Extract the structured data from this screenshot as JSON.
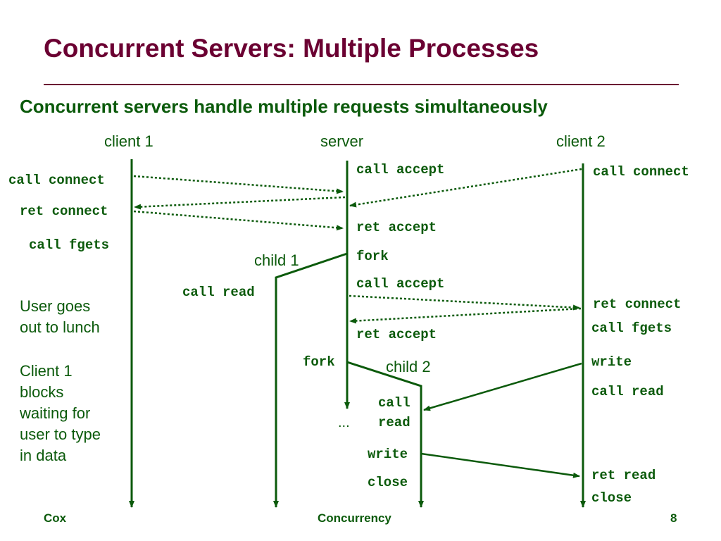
{
  "slide": {
    "title": "Concurrent Servers: Multiple Processes",
    "subtitle": "Concurrent servers handle multiple requests simultaneously",
    "footer": {
      "left": "Cox",
      "center": "Concurrency",
      "page": "8"
    }
  },
  "diagram": {
    "headers": {
      "client1": "client 1",
      "server": "server",
      "client2": "client 2",
      "child1": "child 1",
      "child2": "child 2"
    },
    "client1_calls": {
      "call_connect": "call connect",
      "ret_connect": "ret connect",
      "call_fgets": "call fgets"
    },
    "child1_calls": {
      "call_read": "call read"
    },
    "server_calls": {
      "call_accept_1": "call accept",
      "ret_accept_1": "ret accept",
      "fork_1": "fork",
      "call_accept_2": "call accept",
      "ret_accept_2": "ret accept",
      "fork_2": "fork",
      "ellipsis": "..."
    },
    "child2_calls": {
      "call": "call",
      "read": "read",
      "write": "write",
      "close": "close"
    },
    "client2_calls": {
      "call_connect": "call connect",
      "ret_connect": "ret connect",
      "call_fgets": "call fgets",
      "write": "write",
      "call_read": "call read",
      "ret_read": "ret read",
      "close": "close"
    },
    "notes": {
      "lunch": [
        "User goes",
        "out to lunch"
      ],
      "blocks": [
        "Client 1",
        "blocks",
        "waiting for",
        "user to type",
        "in data"
      ]
    },
    "line_color": "#0b5a0b"
  }
}
